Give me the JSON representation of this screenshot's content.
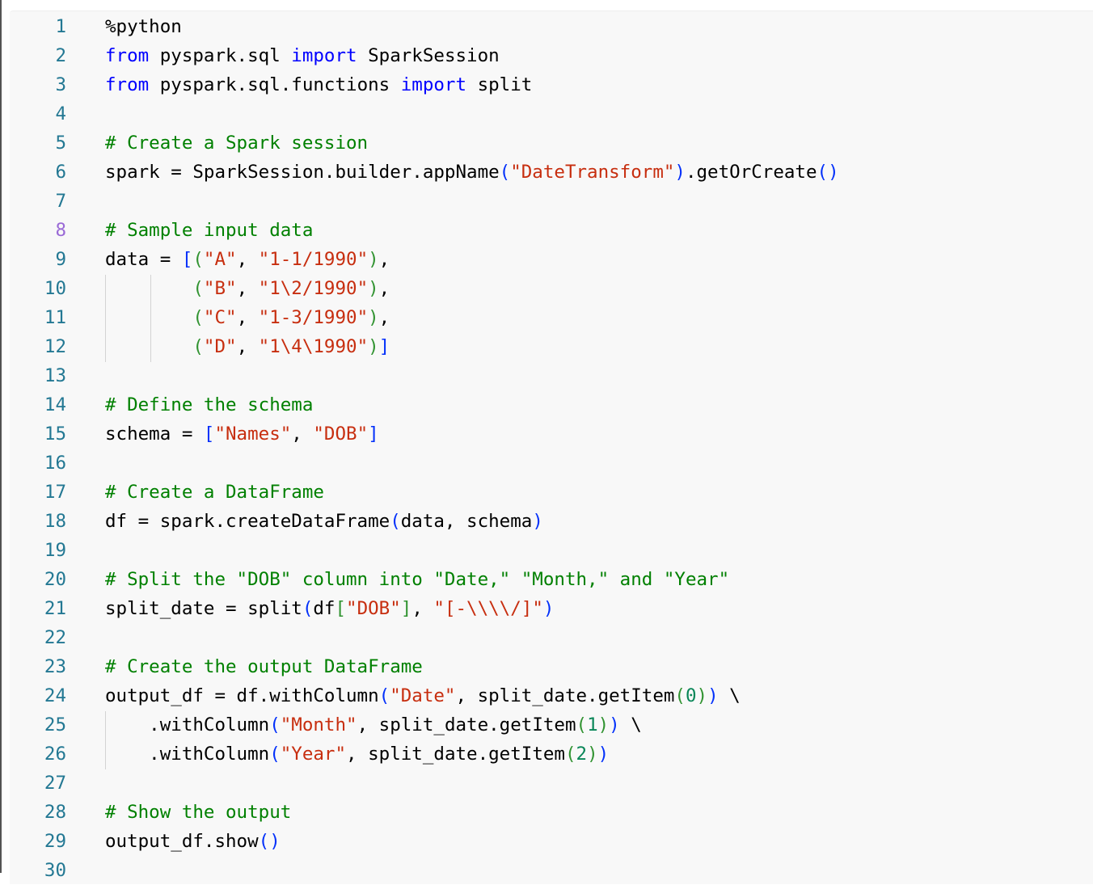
{
  "editor": {
    "active_line": 8,
    "colors": {
      "keyword": "#0000ff",
      "string": "#c72e0f",
      "comment": "#008000",
      "bracket_level1": "#0431fa",
      "bracket_level2": "#319331",
      "number": "#098658",
      "line_number": "#237893",
      "active_line_number": "#9a6ad6",
      "background": "#f8f8f8"
    },
    "lines": [
      {
        "n": "1",
        "tokens": [
          {
            "t": "%python",
            "c": "plain"
          }
        ]
      },
      {
        "n": "2",
        "tokens": [
          {
            "t": "from",
            "c": "kw"
          },
          {
            "t": " pyspark.sql ",
            "c": "plain"
          },
          {
            "t": "import",
            "c": "kw"
          },
          {
            "t": " SparkSession",
            "c": "plain"
          }
        ]
      },
      {
        "n": "3",
        "tokens": [
          {
            "t": "from",
            "c": "kw"
          },
          {
            "t": " pyspark.sql.functions ",
            "c": "plain"
          },
          {
            "t": "import",
            "c": "kw"
          },
          {
            "t": " split",
            "c": "plain"
          }
        ]
      },
      {
        "n": "4",
        "tokens": []
      },
      {
        "n": "5",
        "tokens": [
          {
            "t": "# Create a Spark session",
            "c": "cm"
          }
        ]
      },
      {
        "n": "6",
        "tokens": [
          {
            "t": "spark = SparkSession.builder.appName",
            "c": "plain"
          },
          {
            "t": "(",
            "c": "b1"
          },
          {
            "t": "\"DateTransform\"",
            "c": "str"
          },
          {
            "t": ")",
            "c": "b1"
          },
          {
            "t": ".getOrCreate",
            "c": "plain"
          },
          {
            "t": "()",
            "c": "b1"
          }
        ]
      },
      {
        "n": "7",
        "tokens": []
      },
      {
        "n": "8",
        "tokens": [
          {
            "t": "# Sample input data",
            "c": "cm"
          }
        ]
      },
      {
        "n": "9",
        "tokens": [
          {
            "t": "data = ",
            "c": "plain"
          },
          {
            "t": "[",
            "c": "b1"
          },
          {
            "t": "(",
            "c": "b2"
          },
          {
            "t": "\"A\"",
            "c": "str"
          },
          {
            "t": ", ",
            "c": "plain"
          },
          {
            "t": "\"1-1/1990\"",
            "c": "str"
          },
          {
            "t": ")",
            "c": "b2"
          },
          {
            "t": ",",
            "c": "plain"
          }
        ]
      },
      {
        "n": "10",
        "tokens": [
          {
            "t": "        ",
            "c": "plain"
          },
          {
            "t": "(",
            "c": "b2"
          },
          {
            "t": "\"B\"",
            "c": "str"
          },
          {
            "t": ", ",
            "c": "plain"
          },
          {
            "t": "\"1\\2/1990\"",
            "c": "str"
          },
          {
            "t": ")",
            "c": "b2"
          },
          {
            "t": ",",
            "c": "plain"
          }
        ]
      },
      {
        "n": "11",
        "tokens": [
          {
            "t": "        ",
            "c": "plain"
          },
          {
            "t": "(",
            "c": "b2"
          },
          {
            "t": "\"C\"",
            "c": "str"
          },
          {
            "t": ", ",
            "c": "plain"
          },
          {
            "t": "\"1-3/1990\"",
            "c": "str"
          },
          {
            "t": ")",
            "c": "b2"
          },
          {
            "t": ",",
            "c": "plain"
          }
        ]
      },
      {
        "n": "12",
        "tokens": [
          {
            "t": "        ",
            "c": "plain"
          },
          {
            "t": "(",
            "c": "b2"
          },
          {
            "t": "\"D\"",
            "c": "str"
          },
          {
            "t": ", ",
            "c": "plain"
          },
          {
            "t": "\"1\\4\\1990\"",
            "c": "str"
          },
          {
            "t": ")",
            "c": "b2"
          },
          {
            "t": "]",
            "c": "b1"
          }
        ]
      },
      {
        "n": "13",
        "tokens": []
      },
      {
        "n": "14",
        "tokens": [
          {
            "t": "# Define the schema",
            "c": "cm"
          }
        ]
      },
      {
        "n": "15",
        "tokens": [
          {
            "t": "schema = ",
            "c": "plain"
          },
          {
            "t": "[",
            "c": "b1"
          },
          {
            "t": "\"Names\"",
            "c": "str"
          },
          {
            "t": ", ",
            "c": "plain"
          },
          {
            "t": "\"DOB\"",
            "c": "str"
          },
          {
            "t": "]",
            "c": "b1"
          }
        ]
      },
      {
        "n": "16",
        "tokens": []
      },
      {
        "n": "17",
        "tokens": [
          {
            "t": "# Create a DataFrame",
            "c": "cm"
          }
        ]
      },
      {
        "n": "18",
        "tokens": [
          {
            "t": "df = spark.createDataFrame",
            "c": "plain"
          },
          {
            "t": "(",
            "c": "b1"
          },
          {
            "t": "data, schema",
            "c": "plain"
          },
          {
            "t": ")",
            "c": "b1"
          }
        ]
      },
      {
        "n": "19",
        "tokens": []
      },
      {
        "n": "20",
        "tokens": [
          {
            "t": "# Split the \"DOB\" column into \"Date,\" \"Month,\" and \"Year\"",
            "c": "cm"
          }
        ]
      },
      {
        "n": "21",
        "tokens": [
          {
            "t": "split_date = split",
            "c": "plain"
          },
          {
            "t": "(",
            "c": "b1"
          },
          {
            "t": "df",
            "c": "plain"
          },
          {
            "t": "[",
            "c": "b2"
          },
          {
            "t": "\"DOB\"",
            "c": "str"
          },
          {
            "t": "]",
            "c": "b2"
          },
          {
            "t": ", ",
            "c": "plain"
          },
          {
            "t": "\"[-\\\\\\\\/]\"",
            "c": "str"
          },
          {
            "t": ")",
            "c": "b1"
          }
        ]
      },
      {
        "n": "22",
        "tokens": []
      },
      {
        "n": "23",
        "tokens": [
          {
            "t": "# Create the output DataFrame",
            "c": "cm"
          }
        ]
      },
      {
        "n": "24",
        "tokens": [
          {
            "t": "output_df = df.withColumn",
            "c": "plain"
          },
          {
            "t": "(",
            "c": "b1"
          },
          {
            "t": "\"Date\"",
            "c": "str"
          },
          {
            "t": ", split_date.getItem",
            "c": "plain"
          },
          {
            "t": "(",
            "c": "b2"
          },
          {
            "t": "0",
            "c": "num"
          },
          {
            "t": ")",
            "c": "b2"
          },
          {
            "t": ")",
            "c": "b1"
          },
          {
            "t": " \\",
            "c": "plain"
          }
        ]
      },
      {
        "n": "25",
        "tokens": [
          {
            "t": "    .withColumn",
            "c": "plain"
          },
          {
            "t": "(",
            "c": "b1"
          },
          {
            "t": "\"Month\"",
            "c": "str"
          },
          {
            "t": ", split_date.getItem",
            "c": "plain"
          },
          {
            "t": "(",
            "c": "b2"
          },
          {
            "t": "1",
            "c": "num"
          },
          {
            "t": ")",
            "c": "b2"
          },
          {
            "t": ")",
            "c": "b1"
          },
          {
            "t": " \\",
            "c": "plain"
          }
        ]
      },
      {
        "n": "26",
        "tokens": [
          {
            "t": "    .withColumn",
            "c": "plain"
          },
          {
            "t": "(",
            "c": "b1"
          },
          {
            "t": "\"Year\"",
            "c": "str"
          },
          {
            "t": ", split_date.getItem",
            "c": "plain"
          },
          {
            "t": "(",
            "c": "b2"
          },
          {
            "t": "2",
            "c": "num"
          },
          {
            "t": ")",
            "c": "b2"
          },
          {
            "t": ")",
            "c": "b1"
          }
        ]
      },
      {
        "n": "27",
        "tokens": []
      },
      {
        "n": "28",
        "tokens": [
          {
            "t": "# Show the output",
            "c": "cm"
          }
        ]
      },
      {
        "n": "29",
        "tokens": [
          {
            "t": "output_df.show",
            "c": "plain"
          },
          {
            "t": "()",
            "c": "b1"
          }
        ]
      },
      {
        "n": "30",
        "tokens": []
      }
    ]
  }
}
